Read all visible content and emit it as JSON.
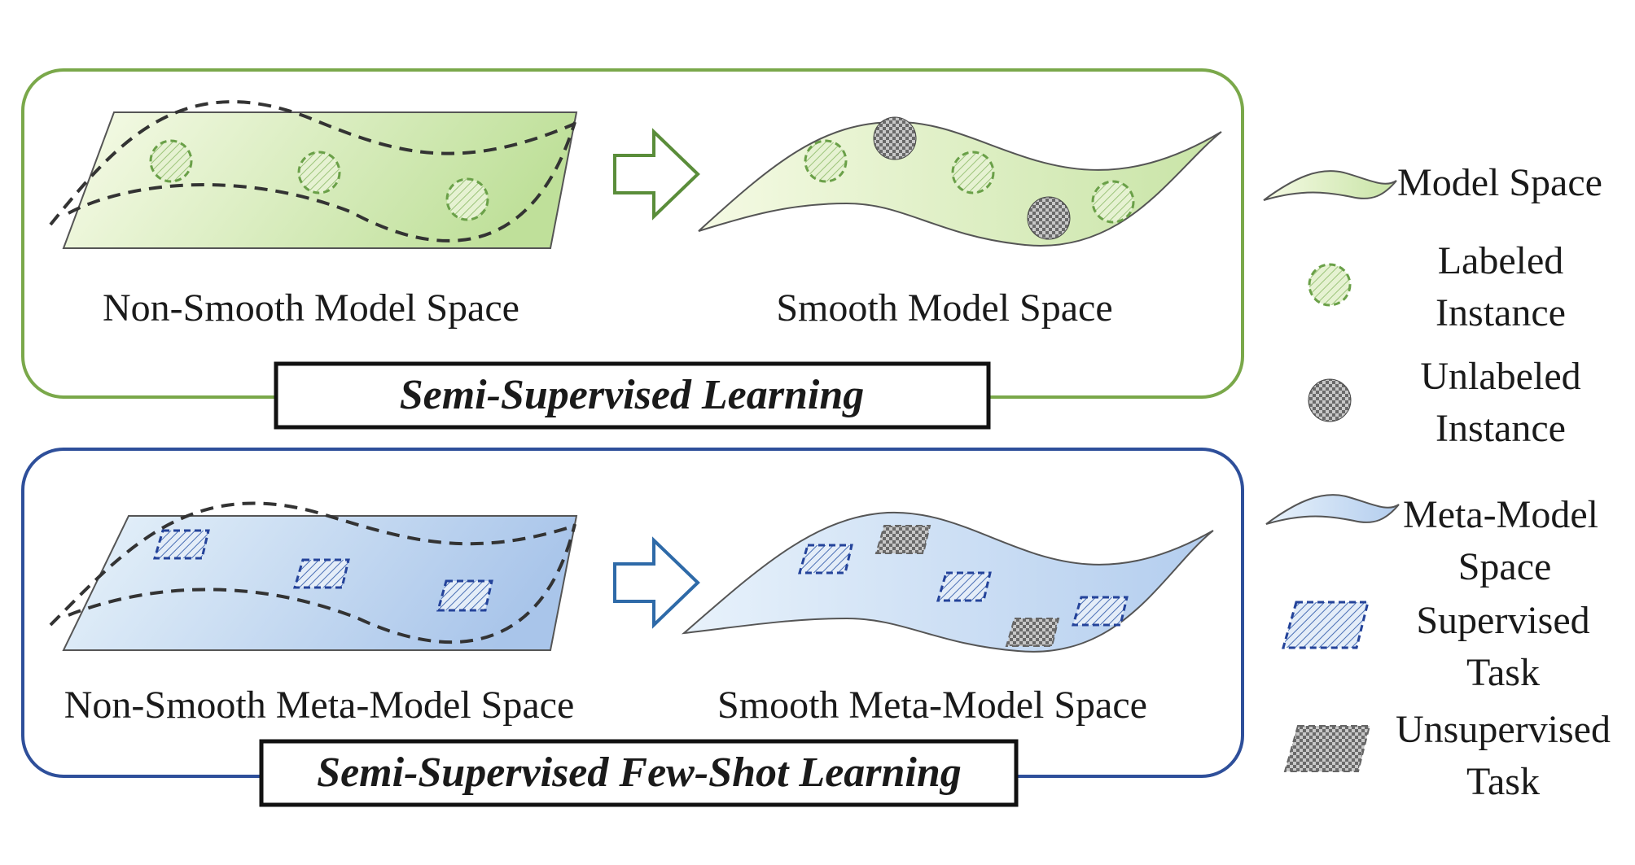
{
  "top_panel": {
    "left_caption": "Non-Smooth Model Space",
    "right_caption": "Smooth Model Space",
    "title": "Semi-Supervised Learning",
    "border_color": "#7aa84a",
    "fill_color": "#d9ecb3"
  },
  "bottom_panel": {
    "left_caption": "Non-Smooth Meta-Model Space",
    "right_caption": "Smooth Meta-Model Space",
    "title": "Semi-Supervised Few-Shot Learning",
    "border_color": "#2e4f9a",
    "fill_color": "#c6daf2"
  },
  "legend": {
    "model_space": "Model Space",
    "labeled_1": "Labeled",
    "labeled_2": "Instance",
    "unlabeled_1": "Unlabeled",
    "unlabeled_2": "Instance",
    "meta_1": "Meta-Model",
    "meta_2": "Space",
    "supervised_1": "Supervised",
    "supervised_2": "Task",
    "unsupervised_1": "Unsupervised",
    "unsupervised_2": "Task"
  },
  "icons": {
    "arrow": "hollow-right-arrow-icon",
    "labeled": "dashed-green-circle-icon",
    "unlabeled": "checkered-gray-circle-icon",
    "supervised": "dashed-blue-parallelogram-icon",
    "unsupervised": "checkered-gray-parallelogram-icon"
  }
}
